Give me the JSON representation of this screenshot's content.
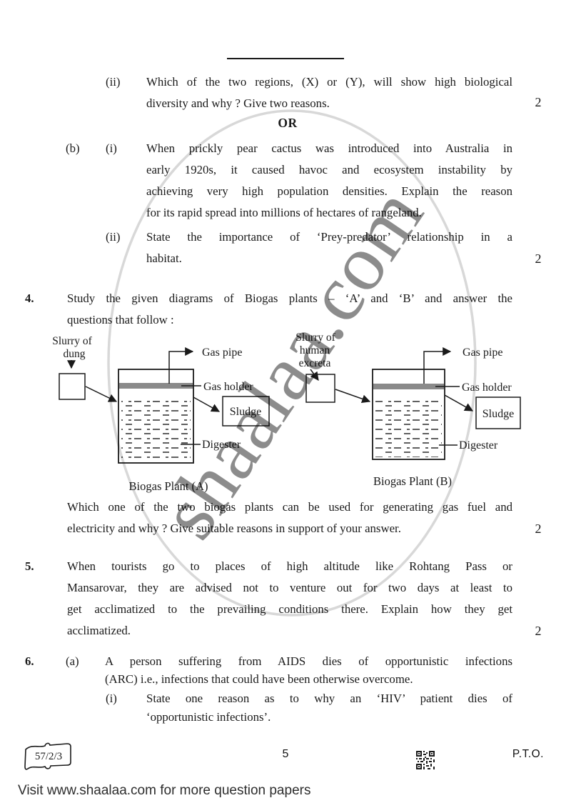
{
  "watermark": {
    "text": "shaalaa.com"
  },
  "q3": {
    "a_ii": {
      "label": "(ii)",
      "lines": [
        "Which of the two regions, (X) or (Y), will show high biological",
        "diversity and why ? Give two reasons."
      ],
      "marks": "2"
    },
    "or_label": "OR",
    "b_label": "(b)",
    "b_i": {
      "label": "(i)",
      "lines": [
        "When prickly pear cactus was introduced into Australia in",
        "early 1920s, it caused havoc and ecosystem instability by",
        "achieving very high population densities. Explain the reason",
        "for its rapid spread into millions of hectares of rangeland."
      ]
    },
    "b_ii": {
      "label": "(ii)",
      "lines": [
        "State the importance of ‘Prey-predator’ relationship in a",
        "habitat."
      ],
      "marks": "2"
    }
  },
  "q4": {
    "number": "4.",
    "intro_lines": [
      "Study the given diagrams of Biogas plants – ‘A’ and ‘B’ and answer the",
      "questions that follow :"
    ],
    "question_lines": [
      "Which one of the two biogas plants can be used for generating gas fuel and",
      "electricity and why ? Give suitable reasons in support of your answer."
    ],
    "marks": "2"
  },
  "q5": {
    "number": "5.",
    "lines": [
      "When tourists go to places of high altitude like Rohtang Pass or",
      "Mansarovar, they are advised not to venture out for two days at least to",
      "get acclimatized to the prevailing conditions there. Explain how they get",
      "acclimatized."
    ],
    "marks": "2"
  },
  "q6": {
    "number": "6.",
    "a_label": "(a)",
    "a_lines": [
      "A person suffering from AIDS dies of opportunistic infections",
      "(ARC) i.e., infections that could have been otherwise overcome."
    ],
    "i_label": "(i)",
    "i_lines": [
      "State one reason as to why an ‘HIV’ patient dies of",
      "‘opportunistic infections’."
    ]
  },
  "diagram": {
    "plant_a": {
      "feed_line1": "Slurry of",
      "feed_line2": "dung",
      "caption": "Biogas Plant (A)"
    },
    "plant_b": {
      "feed_line1": "Slurry of",
      "feed_line2": "human",
      "feed_line3": "excreta",
      "caption": "Biogas Plant (B)"
    },
    "labels": {
      "gas_pipe": "Gas pipe",
      "gas_holder": "Gas holder",
      "sludge": "Sludge",
      "digester": "Digester"
    }
  },
  "footer": {
    "paper_code": "57/2/3",
    "page_number": "5",
    "pto": "P.T.O.",
    "banner": "Visit www.shaalaa.com for more question papers"
  },
  "colors": {
    "text": "#1a1a1a",
    "gas_holder_band": "#8a8a8a",
    "watermark": "#bcbcbc"
  }
}
